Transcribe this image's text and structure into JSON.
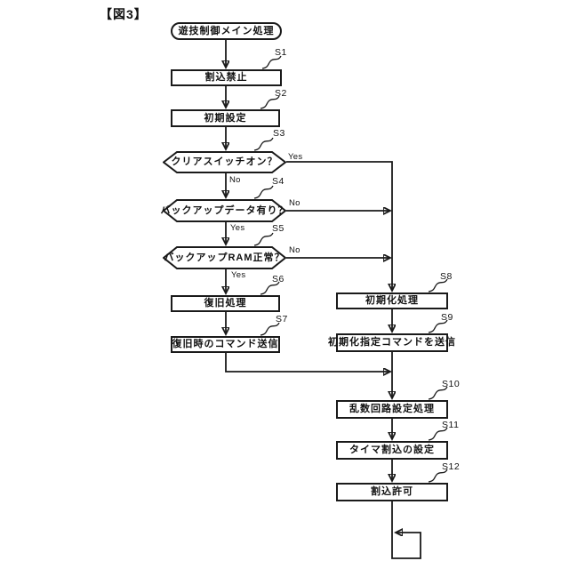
{
  "figure": {
    "title": "【図3】"
  },
  "colors": {
    "line": "#1a1a1a",
    "background": "#ffffff",
    "text": "#111111"
  },
  "nodes": [
    {
      "id": "start",
      "type": "terminal",
      "label": "遊技制御メイン処理"
    },
    {
      "id": "s1",
      "step": "S1",
      "type": "process",
      "label": "割込禁止"
    },
    {
      "id": "s2",
      "step": "S2",
      "type": "process",
      "label": "初期設定"
    },
    {
      "id": "s3",
      "step": "S3",
      "type": "decision",
      "label": "クリアスイッチオン？",
      "yes": "Yes",
      "no": "No"
    },
    {
      "id": "s4",
      "step": "S4",
      "type": "decision",
      "label": "バックアップデータ有り？",
      "yes": "Yes",
      "no": "No"
    },
    {
      "id": "s5",
      "step": "S5",
      "type": "decision",
      "label": "バックアップRAM正常？",
      "yes": "Yes",
      "no": "No"
    },
    {
      "id": "s6",
      "step": "S6",
      "type": "process",
      "label": "復旧処理"
    },
    {
      "id": "s7",
      "step": "S7",
      "type": "process",
      "label": "復旧時のコマンド送信"
    },
    {
      "id": "s8",
      "step": "S8",
      "type": "process",
      "label": "初期化処理"
    },
    {
      "id": "s9",
      "step": "S9",
      "type": "process",
      "label": "初期化指定コマンドを送信"
    },
    {
      "id": "s10",
      "step": "S10",
      "type": "process",
      "label": "乱数回路設定処理"
    },
    {
      "id": "s11",
      "step": "S11",
      "type": "process",
      "label": "タイマ割込の設定"
    },
    {
      "id": "s12",
      "step": "S12",
      "type": "process",
      "label": "割込許可"
    }
  ]
}
